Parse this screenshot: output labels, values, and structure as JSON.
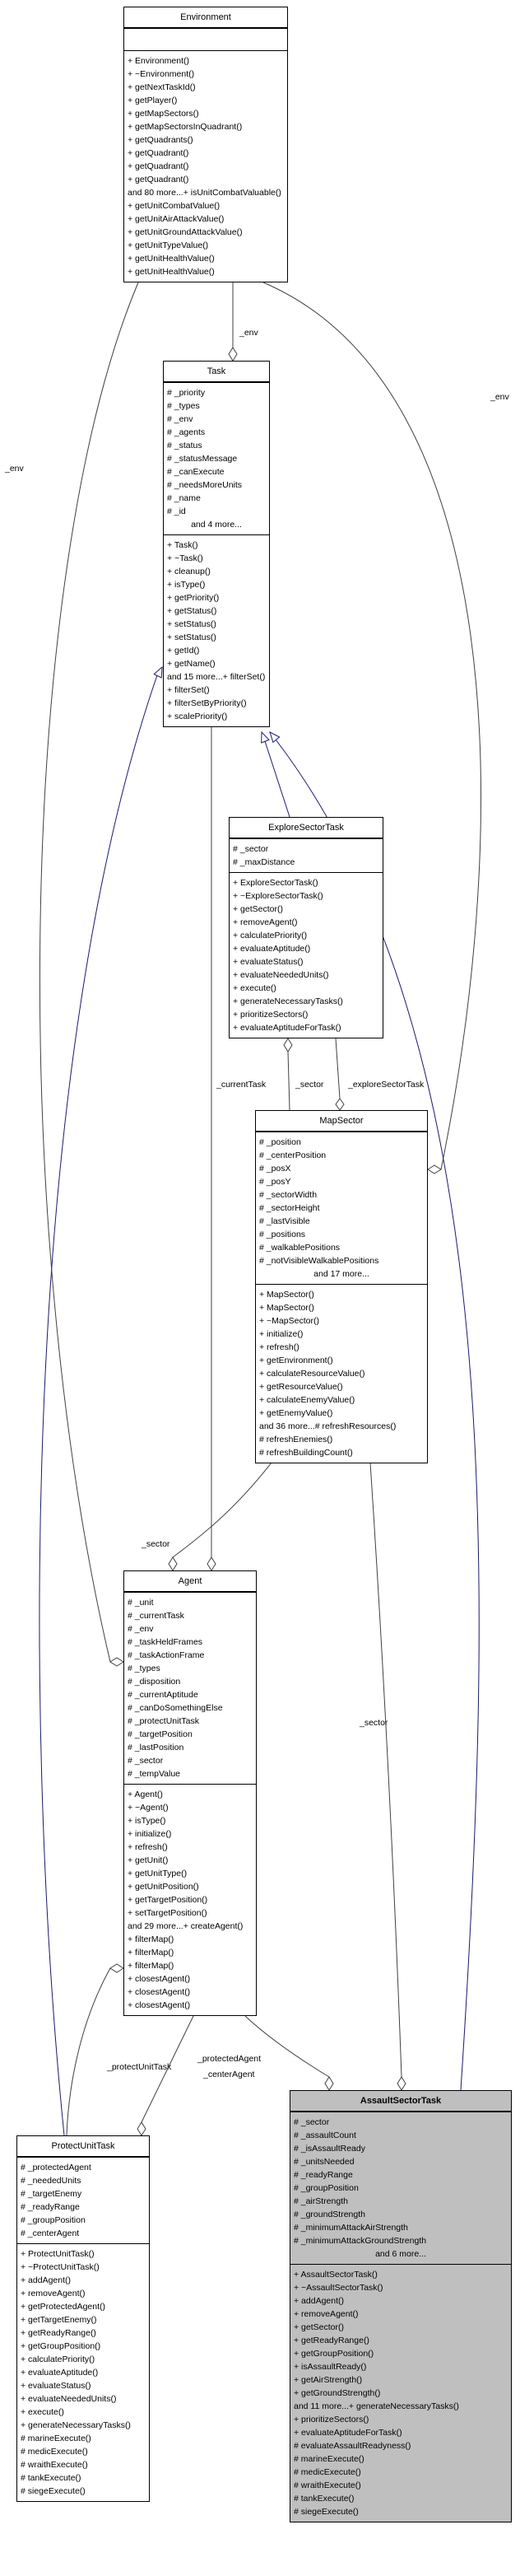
{
  "classes": {
    "environment": {
      "name": "Environment",
      "attributes": [],
      "methods": [
        "+ Environment()",
        "+ ~Environment()",
        "+ getNextTaskId()",
        "+ getPlayer()",
        "+ getMapSectors()",
        "+ getMapSectorsInQuadrant()",
        "+ getQuadrants()",
        "+ getQuadrant()",
        "+ getQuadrant()",
        "+ getQuadrant()",
        "and 80 more...+ isUnitCombatValuable()",
        "+ getUnitCombatValue()",
        "+ getUnitAirAttackValue()",
        "+ getUnitGroundAttackValue()",
        "+ getUnitTypeValue()",
        "+ getUnitHealthValue()",
        "+ getUnitHealthValue()"
      ]
    },
    "task": {
      "name": "Task",
      "attributes": [
        "# _priority",
        "# _types",
        "# _env",
        "# _agents",
        "# _status",
        "# _statusMessage",
        "# _canExecute",
        "# _needsMoreUnits",
        "# _name",
        "# _id",
        "and 4 more..."
      ],
      "methods": [
        "+ Task()",
        "+ ~Task()",
        "+ cleanup()",
        "+ isType()",
        "+ getPriority()",
        "+ getStatus()",
        "+ setStatus()",
        "+ setStatus()",
        "+ getId()",
        "+ getName()",
        "and 15 more...+ filterSet()",
        "+ filterSet()",
        "+ filterSetByPriority()",
        "+ scalePriority()"
      ]
    },
    "explore_sector_task": {
      "name": "ExploreSectorTask",
      "attributes": [
        "# _sector",
        "# _maxDistance"
      ],
      "methods": [
        "+ ExploreSectorTask()",
        "+ ~ExploreSectorTask()",
        "+ getSector()",
        "+ removeAgent()",
        "+ calculatePriority()",
        "+ evaluateAptitude()",
        "+ evaluateStatus()",
        "+ evaluateNeededUnits()",
        "+ execute()",
        "+ generateNecessaryTasks()",
        "+ prioritizeSectors()",
        "+ evaluateAptitudeForTask()"
      ]
    },
    "map_sector": {
      "name": "MapSector",
      "attributes": [
        "# _position",
        "# _centerPosition",
        "# _posX",
        "# _posY",
        "# _sectorWidth",
        "# _sectorHeight",
        "# _lastVisible",
        "# _positions",
        "# _walkablePositions",
        "# _notVisibleWalkablePositions",
        "and 17 more..."
      ],
      "methods": [
        "+ MapSector()",
        "+ MapSector()",
        "+ ~MapSector()",
        "+ initialize()",
        "+ refresh()",
        "+ getEnvironment()",
        "+ calculateResourceValue()",
        "+ getResourceValue()",
        "+ calculateEnemyValue()",
        "+ getEnemyValue()",
        "and 36 more...# refreshResources()",
        "# refreshEnemies()",
        "# refreshBuildingCount()"
      ]
    },
    "agent": {
      "name": "Agent",
      "attributes": [
        "# _unit",
        "# _currentTask",
        "# _env",
        "# _taskHeldFrames",
        "# _taskActionFrame",
        "# _types",
        "# _disposition",
        "# _currentAptitude",
        "# _canDoSomethingElse",
        "# _protectUnitTask",
        "# _targetPosition",
        "# _lastPosition",
        "# _sector",
        "# _tempValue"
      ],
      "methods": [
        "+ Agent()",
        "+ ~Agent()",
        "+ isType()",
        "+ initialize()",
        "+ refresh()",
        "+ getUnit()",
        "+ getUnitType()",
        "+ getUnitPosition()",
        "+ getTargetPosition()",
        "+ setTargetPosition()",
        "and 29 more...+ createAgent()",
        "+ filterMap()",
        "+ filterMap()",
        "+ filterMap()",
        "+ closestAgent()",
        "+ closestAgent()",
        "+ closestAgent()"
      ]
    },
    "protect_unit_task": {
      "name": "ProtectUnitTask",
      "attributes": [
        "# _protectedAgent",
        "# _neededUnits",
        "# _targetEnemy",
        "# _readyRange",
        "# _groupPosition",
        "# _centerAgent"
      ],
      "methods": [
        "+ ProtectUnitTask()",
        "+ ~ProtectUnitTask()",
        "+ addAgent()",
        "+ removeAgent()",
        "+ getProtectedAgent()",
        "+ getTargetEnemy()",
        "+ getReadyRange()",
        "+ getGroupPosition()",
        "+ calculatePriority()",
        "+ evaluateAptitude()",
        "+ evaluateStatus()",
        "+ evaluateNeededUnits()",
        "+ execute()",
        "+ generateNecessaryTasks()",
        "# marineExecute()",
        "# medicExecute()",
        "# wraithExecute()",
        "# tankExecute()",
        "# siegeExecute()"
      ]
    },
    "assault_sector_task": {
      "name": "AssaultSectorTask",
      "attributes": [
        "# _sector",
        "# _assaultCount",
        "# _isAssaultReady",
        "# _unitsNeeded",
        "# _readyRange",
        "# _groupPosition",
        "# _airStrength",
        "# _groundStrength",
        "# _minimumAttackAirStrength",
        "# _minimumAttackGroundStrength",
        "and 6 more..."
      ],
      "methods": [
        "+ AssaultSectorTask()",
        "+ ~AssaultSectorTask()",
        "+ addAgent()",
        "+ removeAgent()",
        "+ getSector()",
        "+ getReadyRange()",
        "+ getGroupPosition()",
        "+ isAssaultReady()",
        "+ getAirStrength()",
        "+ getGroundStrength()",
        "and 11 more...+ generateNecessaryTasks()",
        "+ prioritizeSectors()",
        "+ evaluateAptitudeForTask()",
        "# evaluateAssaultReadyness()",
        "# marineExecute()",
        "# medicExecute()",
        "# wraithExecute()",
        "# tankExecute()",
        "# siegeExecute()"
      ]
    }
  },
  "edges": {
    "task_env": {
      "label": "_env"
    },
    "agent_current_task": {
      "label": "_currentTask"
    },
    "explore_sector": {
      "label": "_sector"
    },
    "map_explore_sector_task": {
      "label": "_exploreSectorTask"
    },
    "agent_env": {
      "label": "_env"
    },
    "map_env": {
      "label": "_env"
    },
    "agent_sector": {
      "label": "_sector"
    },
    "assault_sector": {
      "label": "_sector"
    },
    "agent_protect_unit_task": {
      "label": "_protectUnitTask"
    },
    "protect_protected_agent": {
      "label": "_protectedAgent"
    },
    "assault_center_agent": {
      "label": "_centerAgent"
    }
  },
  "colors": {
    "inheritance_edge": "#191970",
    "association_edge": "#404040",
    "focus_class_fill": "#bfbfbf",
    "class_fill": "#ffffff",
    "border": "#000000"
  }
}
